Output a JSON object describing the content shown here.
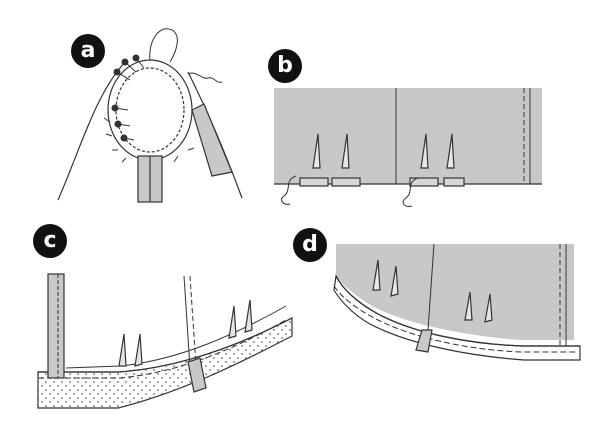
{
  "colors": {
    "fabric": "#c8c8c8",
    "fabric_light": "#d6d6d6",
    "outline": "#333333",
    "badge": "#111111",
    "dots": "#8a8a8a"
  },
  "panels": [
    {
      "id": "a",
      "label": "a",
      "content": "pinning-binding-around-neck-opening"
    },
    {
      "id": "b",
      "label": "b",
      "content": "bottom-edge-with-darts"
    },
    {
      "id": "c",
      "label": "c",
      "content": "curved-hem-with-dotted-facing"
    },
    {
      "id": "d",
      "label": "d",
      "content": "finished-curved-hem"
    }
  ]
}
